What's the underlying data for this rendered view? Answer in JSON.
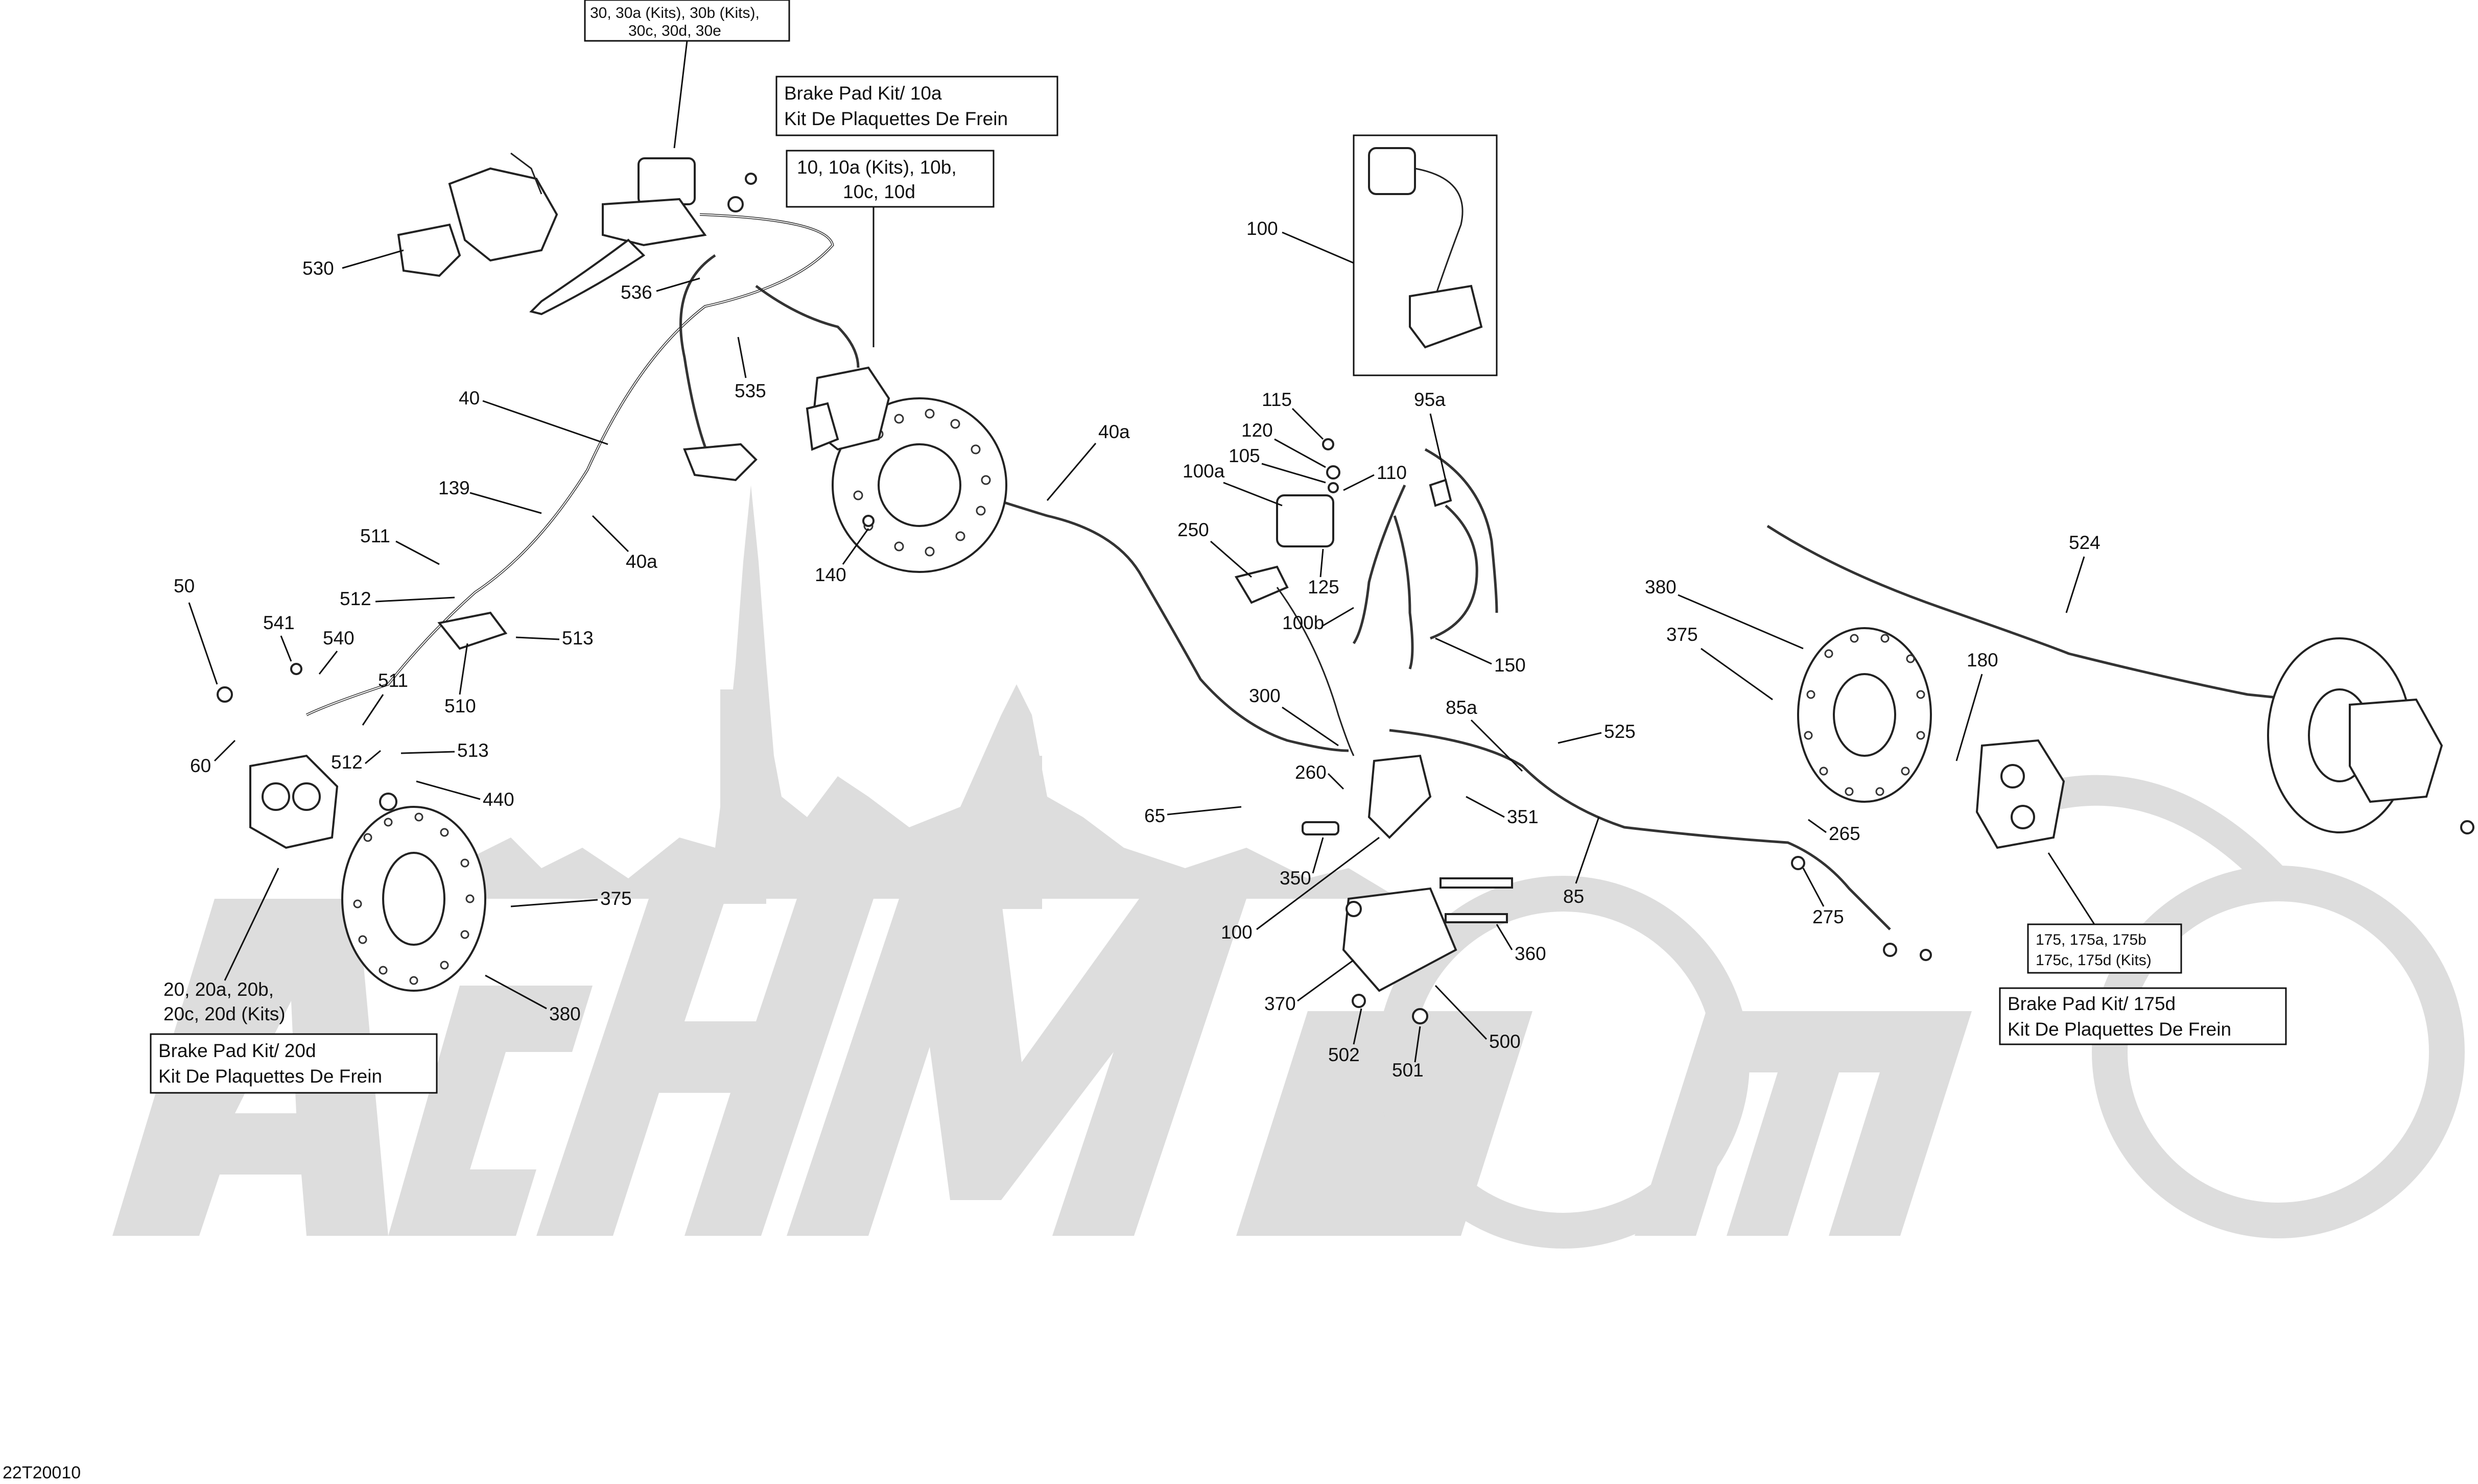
{
  "figure_code": "22T20010",
  "watermark_text": "Achmoto",
  "callouts": {
    "c530": "530",
    "c536": "536",
    "c535": "535",
    "c40": "40",
    "c40a_left": "40a",
    "c139": "139",
    "c511_top": "511",
    "c511_mid": "511",
    "c512_top": "512",
    "c512_mid": "512",
    "c513_top": "513",
    "c513_mid": "513",
    "c50": "50",
    "c541": "541",
    "c540": "540",
    "c510": "510",
    "c60": "60",
    "c440": "440",
    "c375_left": "375",
    "c380_left": "380",
    "c140": "140",
    "c40a_mid": "40a",
    "c100_top": "100",
    "c95a": "95a",
    "c115": "115",
    "c120": "120",
    "c105": "105",
    "c110": "110",
    "c100a": "100a",
    "c250": "250",
    "c125": "125",
    "c100b": "100b",
    "c150": "150",
    "c300": "300",
    "c85a": "85a",
    "c525": "525",
    "c260": "260",
    "c65": "65",
    "c351": "351",
    "c350": "350",
    "c100_bot": "100",
    "c85": "85",
    "c360": "360",
    "c370": "370",
    "c502": "502",
    "c500": "500",
    "c501": "501",
    "c380_right": "380",
    "c375_right": "375",
    "c180": "180",
    "c524": "524",
    "c265": "265",
    "c275": "275"
  },
  "label_boxes": {
    "caliper_front_kits": {
      "line1": "30, 30a (Kits), 30b (Kits),",
      "line2": "30c, 30d, 30e"
    },
    "brake_pad_10a": {
      "line1": "Brake Pad Kit/ 10a",
      "line2": "Kit De Plaquettes De Frein"
    },
    "caliper_10_kits": {
      "line1": "10, 10a (Kits), 10b,",
      "line2": "10c, 10d"
    },
    "caliper_20_kits": {
      "line1": "20, 20a, 20b,",
      "line2": "20c, 20d (Kits)"
    },
    "brake_pad_20d": {
      "line1": "Brake Pad Kit/ 20d",
      "line2": "Kit De Plaquettes De Frein"
    },
    "caliper_175_kits": {
      "line1": "175, 175a, 175b",
      "line2": "175c, 175d (Kits)"
    },
    "brake_pad_175d": {
      "line1": "Brake Pad Kit/ 175d",
      "line2": "Kit De Plaquettes De Frein"
    }
  }
}
